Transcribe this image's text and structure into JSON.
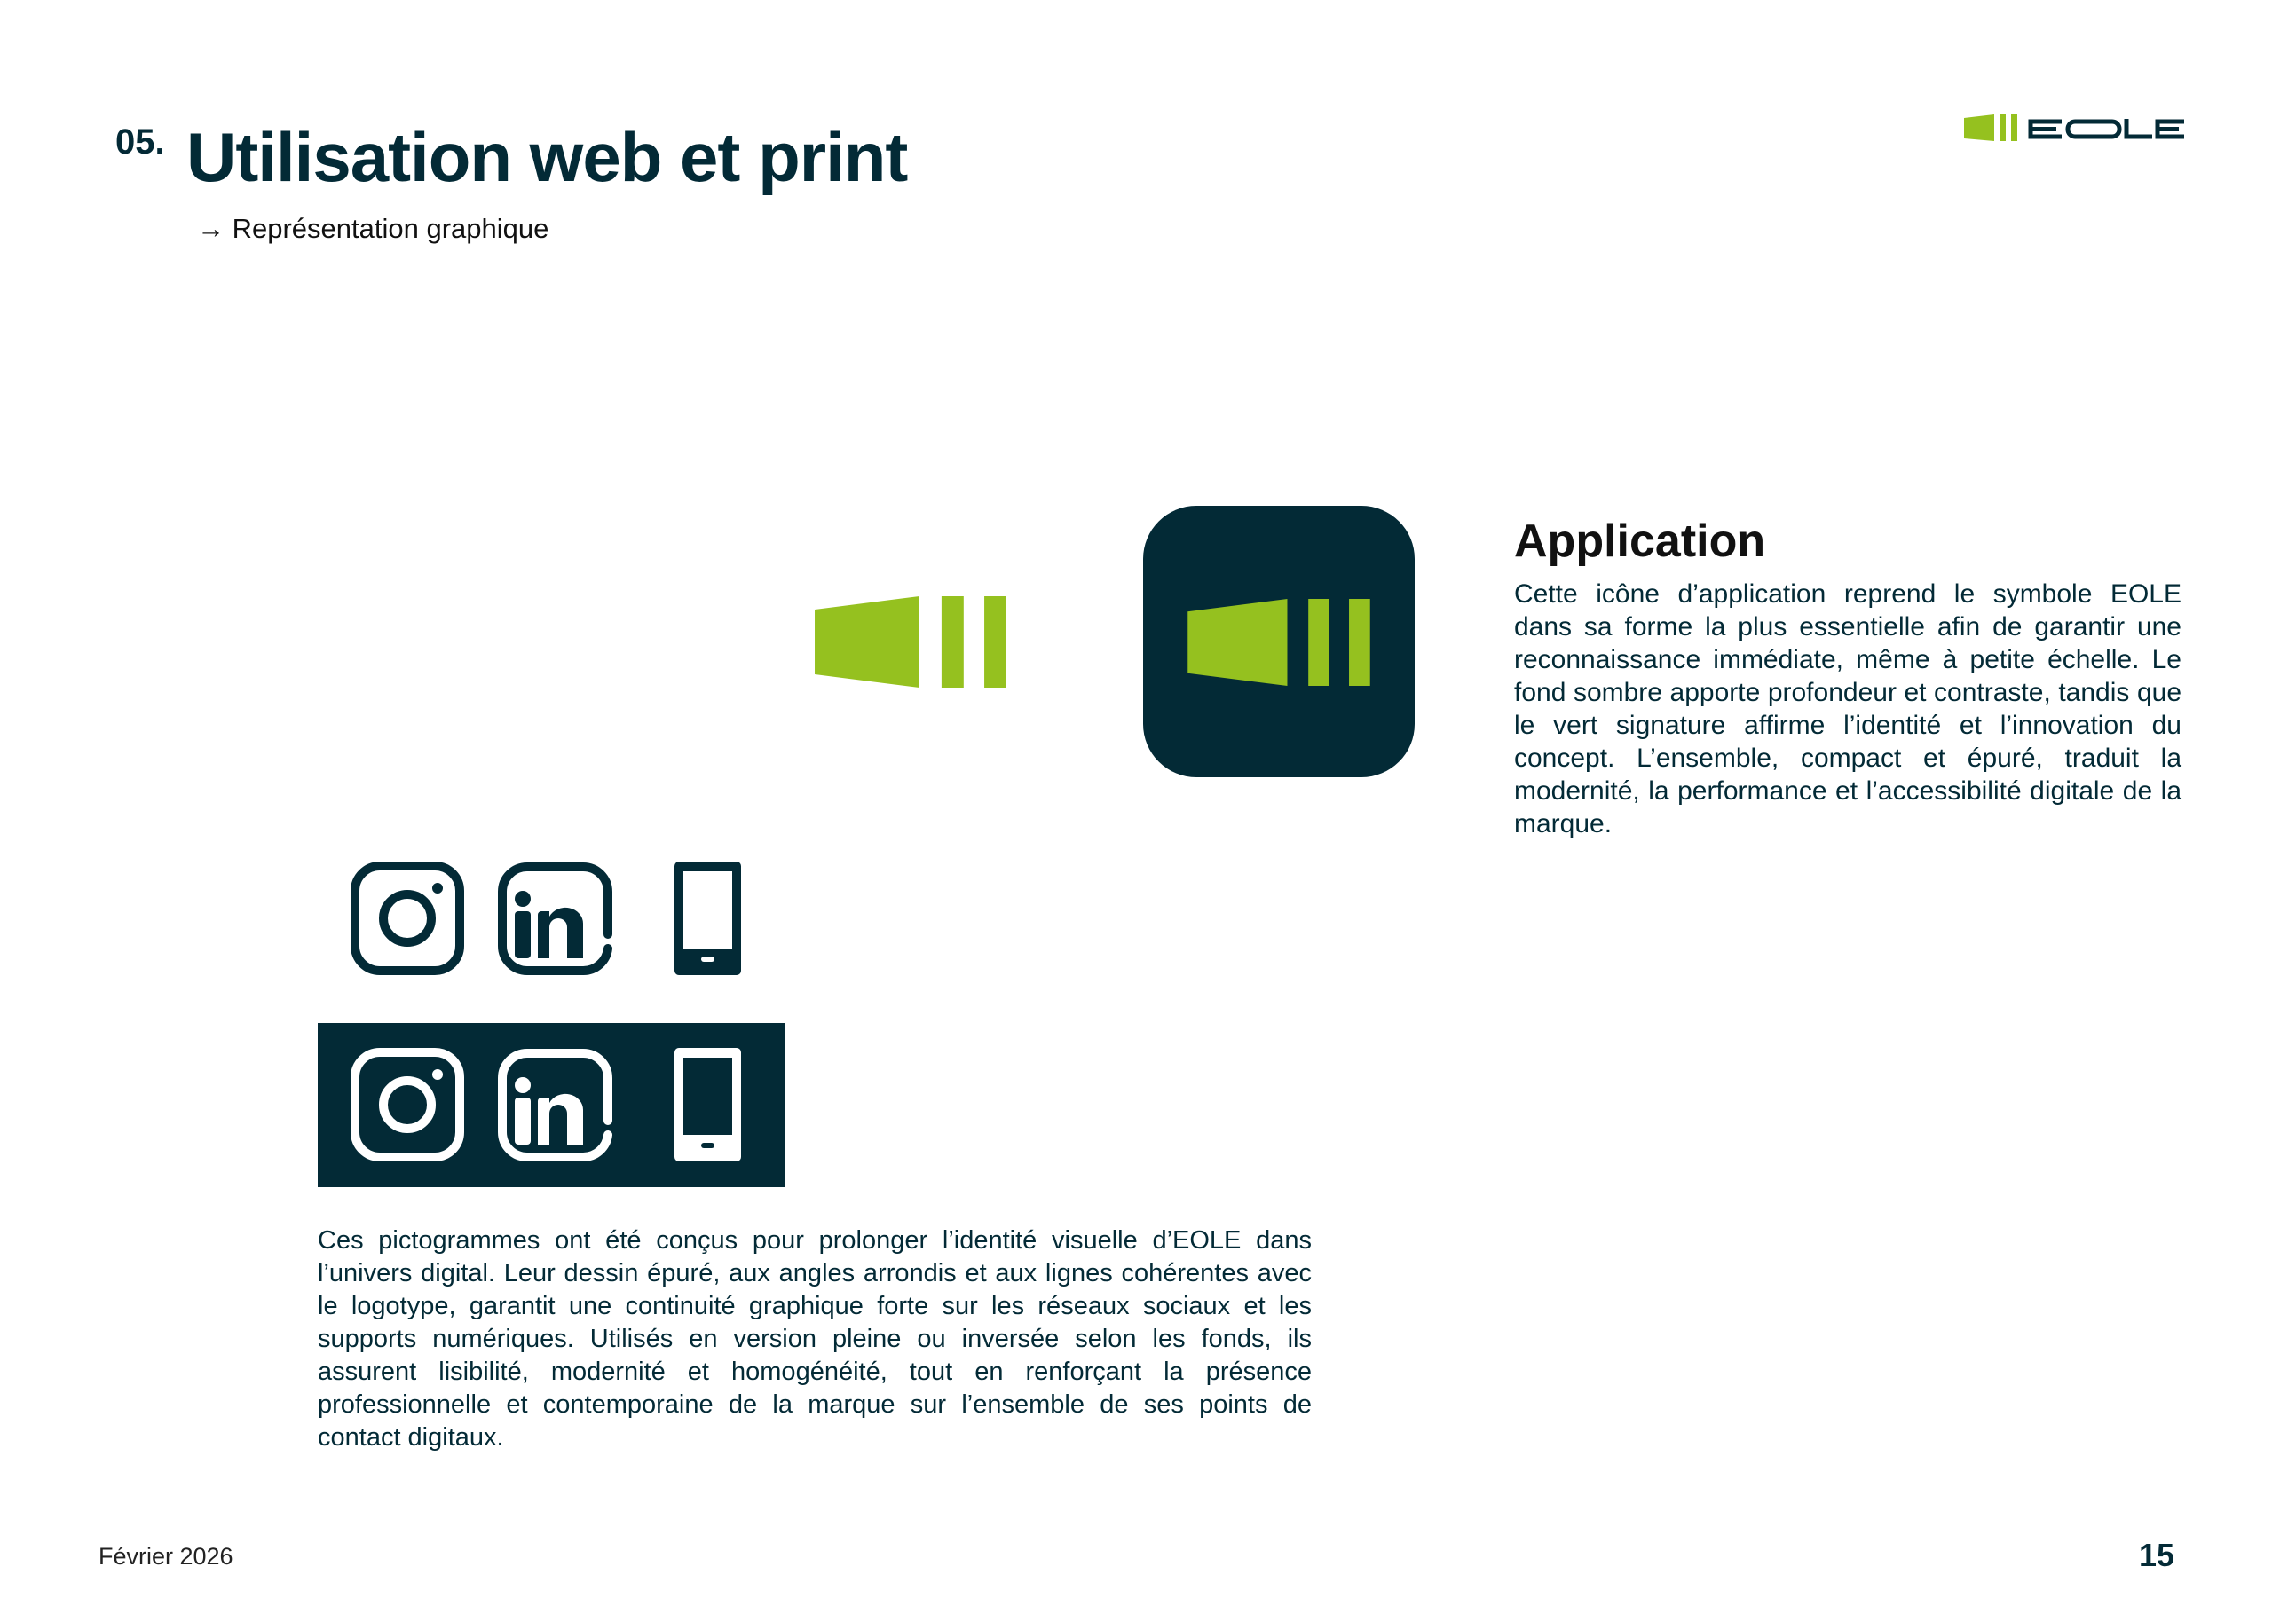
{
  "header": {
    "section_number": "05.",
    "title": "Utilisation web et print",
    "subtitle": "→ Représentation graphique",
    "logo_text": "EOLE"
  },
  "colors": {
    "dark": "#032a36",
    "green": "#95c11f"
  },
  "application": {
    "heading": "Application",
    "text": "Cette icône d’application reprend le symbole EOLE dans sa forme la plus essentielle afin de garantir une reconnaissance immédiate, même à petite échelle. Le fond sombre apporte profondeur et contraste, tandis que le vert signature affirme l’identité et l’innovation du concept. L’ensemble, compact et épuré, traduit la modernité, la performance et l’accessibilité digitale de la marque."
  },
  "pictograms": {
    "icons": [
      "instagram-icon",
      "linkedin-icon",
      "mobile-icon"
    ],
    "text": "Ces pictogrammes ont été conçus pour prolonger l’identité visuelle d’EOLE dans l’univers digital. Leur dessin épuré, aux angles arrondis et aux lignes cohérentes avec le logotype, garantit une continuité graphique forte sur les réseaux sociaux et les supports numériques. Utilisés en version pleine ou inversée selon les fonds, ils assurent lisibilité, modernité et homogénéité, tout en renforçant la présence professionnelle et contemporaine de la marque sur l’ensemble de ses points de contact digitaux."
  },
  "footer": {
    "date": "Février 2026",
    "page_number": "15"
  }
}
